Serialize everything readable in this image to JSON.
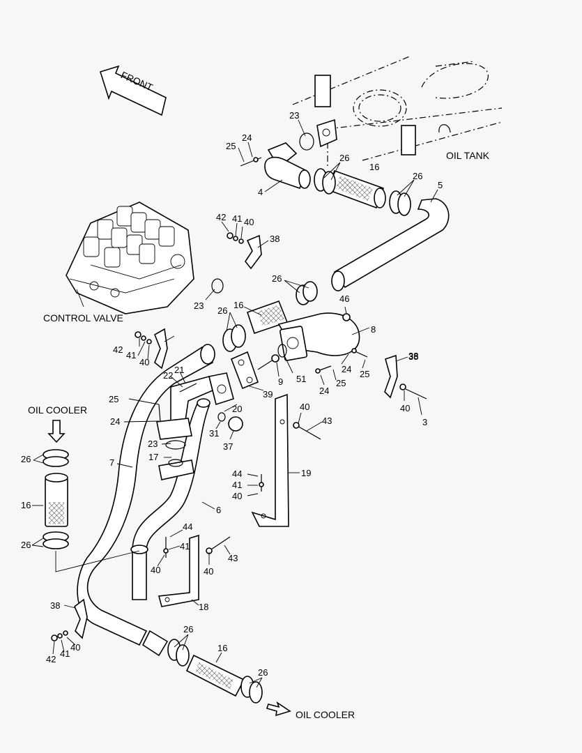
{
  "labels": {
    "front": "FRONT",
    "oil_tank": "OIL TANK",
    "control_valve": "CONTROL VALVE",
    "oil_cooler_top": "OIL COOLER",
    "oil_cooler_bottom": "OIL COOLER"
  },
  "part_numbers": [
    {
      "id": "p23a",
      "text": "23"
    },
    {
      "id": "p24a",
      "text": "24"
    },
    {
      "id": "p25a",
      "text": "25"
    },
    {
      "id": "p26a",
      "text": "26"
    },
    {
      "id": "p16a",
      "text": "16"
    },
    {
      "id": "p26b",
      "text": "26"
    },
    {
      "id": "p4",
      "text": "4"
    },
    {
      "id": "p5",
      "text": "5"
    },
    {
      "id": "p42a",
      "text": "42"
    },
    {
      "id": "p41a",
      "text": "41"
    },
    {
      "id": "p40a",
      "text": "40"
    },
    {
      "id": "p38a",
      "text": "38"
    },
    {
      "id": "p23b",
      "text": "23"
    },
    {
      "id": "p26c",
      "text": "26"
    },
    {
      "id": "p16b",
      "text": "16"
    },
    {
      "id": "p26d",
      "text": "26"
    },
    {
      "id": "p46",
      "text": "46"
    },
    {
      "id": "p8",
      "text": "8"
    },
    {
      "id": "p38b",
      "text": "38"
    },
    {
      "id": "p42b",
      "text": "42"
    },
    {
      "id": "p41b",
      "text": "41"
    },
    {
      "id": "p40b",
      "text": "40"
    },
    {
      "id": "p21",
      "text": "21"
    },
    {
      "id": "p22",
      "text": "22"
    },
    {
      "id": "p24b",
      "text": "24"
    },
    {
      "id": "p25b",
      "text": "25"
    },
    {
      "id": "p9",
      "text": "9"
    },
    {
      "id": "p51",
      "text": "51"
    },
    {
      "id": "p24c",
      "text": "24"
    },
    {
      "id": "p25c",
      "text": "25"
    },
    {
      "id": "p38c",
      "text": "38"
    },
    {
      "id": "p40c",
      "text": "40"
    },
    {
      "id": "p3",
      "text": "3"
    },
    {
      "id": "p39",
      "text": "39"
    },
    {
      "id": "p25d",
      "text": "25"
    },
    {
      "id": "p20",
      "text": "20"
    },
    {
      "id": "p24d",
      "text": "24"
    },
    {
      "id": "p31",
      "text": "31"
    },
    {
      "id": "p37",
      "text": "37"
    },
    {
      "id": "p40d",
      "text": "40"
    },
    {
      "id": "p43a",
      "text": "43"
    },
    {
      "id": "p23c",
      "text": "23"
    },
    {
      "id": "p17",
      "text": "17"
    },
    {
      "id": "p26e",
      "text": "26"
    },
    {
      "id": "p7",
      "text": "7"
    },
    {
      "id": "p16c",
      "text": "16"
    },
    {
      "id": "p44a",
      "text": "44"
    },
    {
      "id": "p41c",
      "text": "41"
    },
    {
      "id": "p40e",
      "text": "40"
    },
    {
      "id": "p19",
      "text": "19"
    },
    {
      "id": "p6",
      "text": "6"
    },
    {
      "id": "p26f",
      "text": "26"
    },
    {
      "id": "p44b",
      "text": "44"
    },
    {
      "id": "p41d",
      "text": "41"
    },
    {
      "id": "p40f",
      "text": "40"
    },
    {
      "id": "p40g",
      "text": "40"
    },
    {
      "id": "p43b",
      "text": "43"
    },
    {
      "id": "p18",
      "text": "18"
    },
    {
      "id": "p38d",
      "text": "38"
    },
    {
      "id": "p42c",
      "text": "42"
    },
    {
      "id": "p41e",
      "text": "41"
    },
    {
      "id": "p40h",
      "text": "40"
    },
    {
      "id": "p26g",
      "text": "26"
    },
    {
      "id": "p16d",
      "text": "16"
    },
    {
      "id": "p26h",
      "text": "26"
    }
  ]
}
